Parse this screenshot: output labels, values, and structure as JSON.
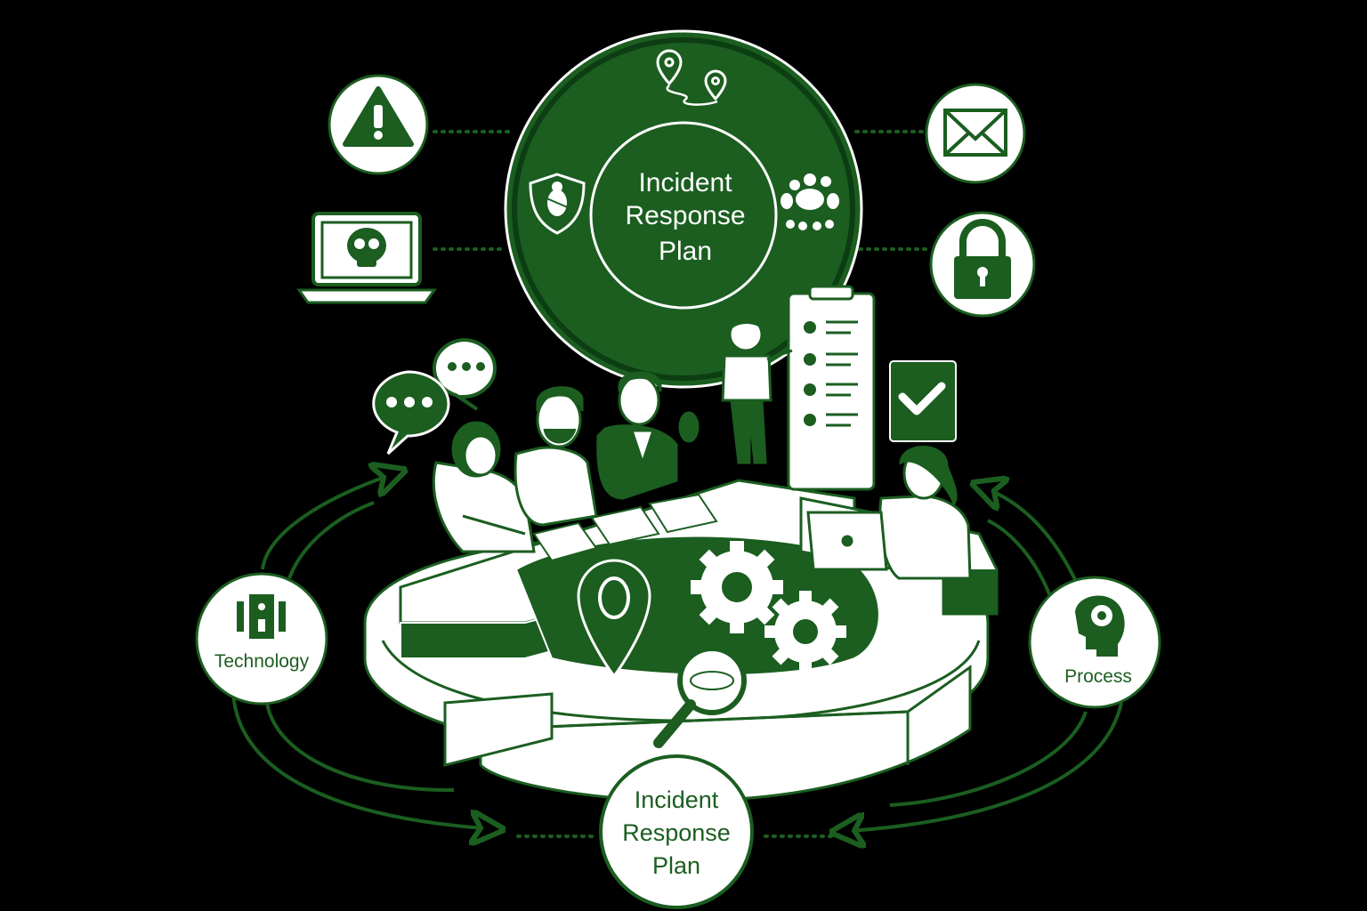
{
  "colors": {
    "background": "#000000",
    "primary_green": "#1b5e20",
    "dark_green": "#0d3d12",
    "white": "#ffffff"
  },
  "hub": {
    "title_line1": "Incident",
    "title_line2": "Response",
    "title_line3": "Plan",
    "icons": [
      "map-pin-route-icon",
      "shield-bug-icon",
      "team-group-icon"
    ]
  },
  "satellites": {
    "top_left": "warning-icon",
    "mid_left": "laptop-skull-icon",
    "top_right": "envelope-icon",
    "mid_right": "padlock-icon"
  },
  "cycle": {
    "technology_label": "Technology",
    "technology_icon": "server-rack-icon",
    "process_label": "Process",
    "process_icon": "head-gear-icon",
    "bottom_line1": "Incident",
    "bottom_line2": "Response",
    "bottom_line3": "Plan"
  },
  "illustration": {
    "people": [
      "woman-seated",
      "bearded-man",
      "man-in-suit",
      "presenter",
      "woman-at-laptop"
    ],
    "objects": [
      "chat-bubbles-icon",
      "checklist-clipboard-icon",
      "checkmark-icon",
      "gears-icon",
      "location-pin-icon",
      "magnifier-icon"
    ]
  }
}
